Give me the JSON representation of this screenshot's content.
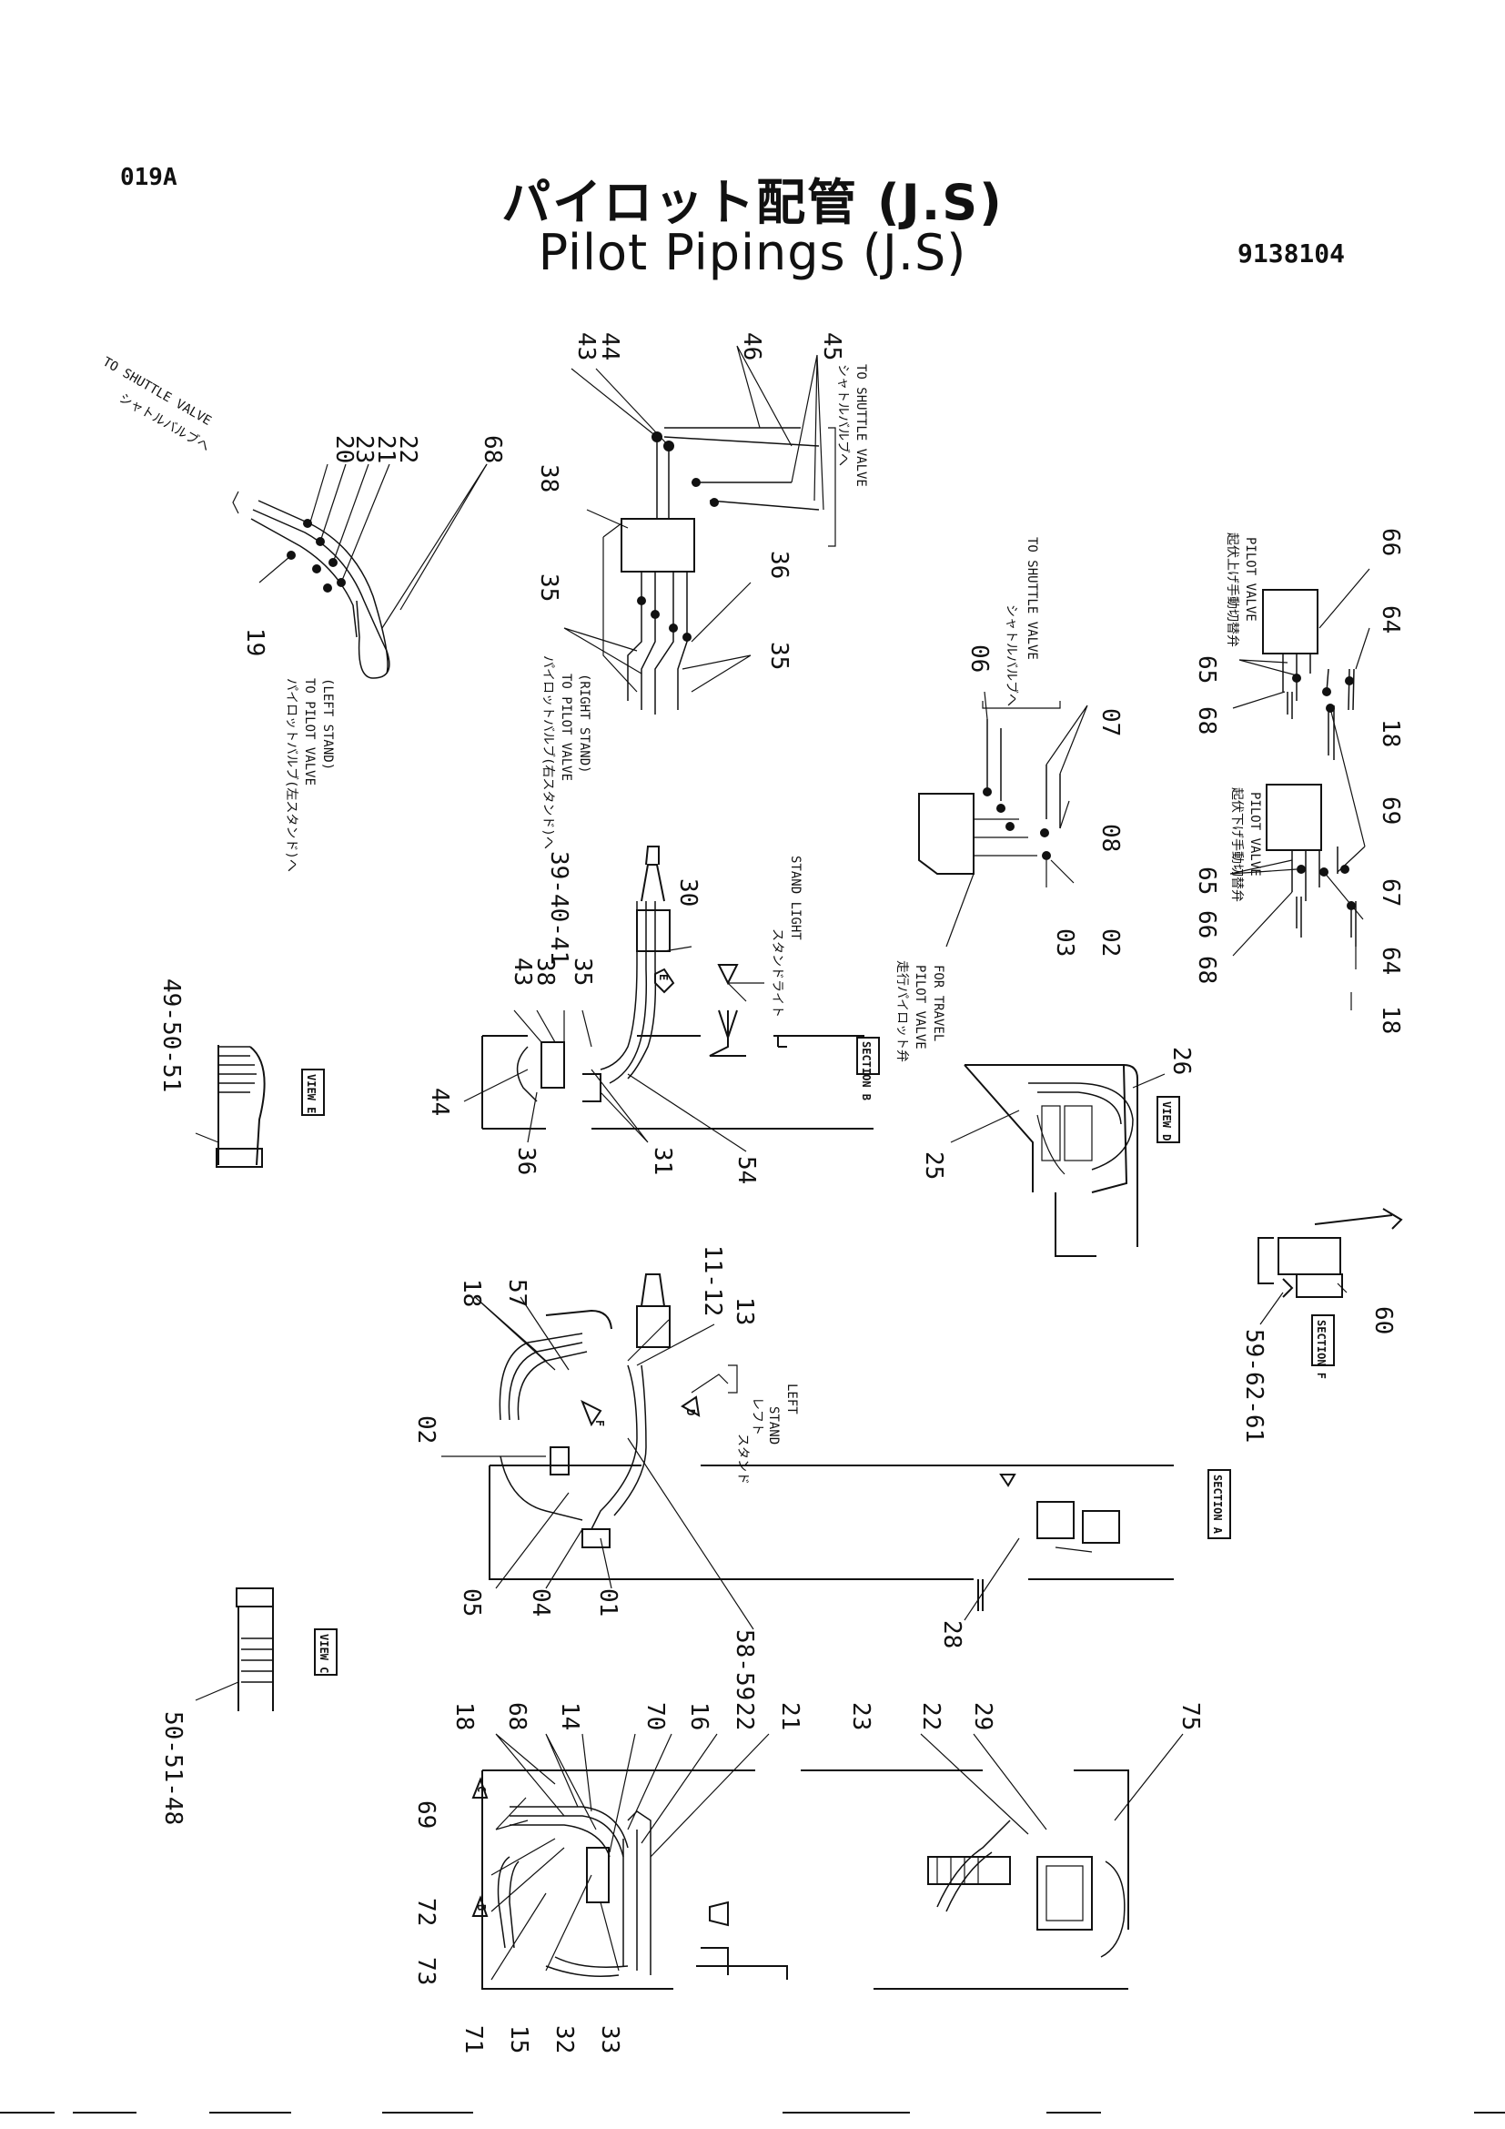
{
  "header": {
    "code": "019A",
    "title_jp": "パイロット配管 (J.S)",
    "title_en": "Pilot  Pipings (J.S)",
    "part_no": "9138104"
  },
  "labels": {
    "r19": "19",
    "r20": "20",
    "r23a": "23",
    "r21a": "21",
    "r22a": "22",
    "r68a": "68",
    "r43a": "43",
    "r44a": "44",
    "r46": "46",
    "r45": "45",
    "r38a": "38",
    "r35a": "35",
    "r36a": "36",
    "r35b": "35",
    "r06": "06",
    "r07": "07",
    "r08": "08",
    "r03": "03",
    "r02a": "02",
    "r66a": "66",
    "r64a": "64",
    "r65a": "65",
    "r68b": "68",
    "r18a": "18",
    "r69a": "69",
    "r65b": "65",
    "r66b": "66",
    "r68c": "68",
    "r67": "67",
    "r64b": "64",
    "r18b": "18",
    "r30": "30",
    "r39": "39-40-41",
    "r43b": "43",
    "r38b": "38",
    "r35c": "35",
    "r44b": "44",
    "r36b": "36",
    "r31": "31",
    "r54": "54",
    "r4951": "49-50-51",
    "r25": "25",
    "r26": "26",
    "r60": "60",
    "r5962": "59-62-61",
    "r18c": "18",
    "r57": "57",
    "r1112": "11-12",
    "r13": "13",
    "r02b": "02",
    "r05": "05",
    "r04": "04",
    "r01": "01",
    "r5859": "58-59",
    "r28": "28",
    "r5048": "50-51-48",
    "r18d": "18",
    "r68d": "68",
    "r14": "14",
    "r70": "70",
    "r16": "16",
    "r22b": "22",
    "r21b": "21",
    "r23b": "23",
    "r69b": "69",
    "r72": "72",
    "r73": "73",
    "r71": "71",
    "r15": "15",
    "r32": "32",
    "r33": "33",
    "r22c": "22",
    "r29": "29",
    "r75": "75"
  },
  "notes": {
    "shuttle_tl_jp": "シャトルバルブへ",
    "shuttle_tl_en": "TO SHUTTLE VALVE",
    "pv_left_jp": "パイロットバルブ(左スタンド)へ",
    "pv_left_en1": "TO PILOT VALVE",
    "pv_left_en2": "(LEFT STAND)",
    "shuttle_tc_jp": "シャトルバルブへ",
    "shuttle_tc_en": "TO SHUTTLE VALVE",
    "pv_right_jp": "パイロットバルブ(右スタンド)へ",
    "pv_right_en1": "TO PILOT VALVE",
    "pv_right_en2": "(RIGHT STAND)",
    "shuttle_mid_jp": "シャトルバルブへ",
    "shuttle_mid_en": "TO SHUTTLE VALVE",
    "travel_jp": "走行パイロット弁",
    "travel_en1": "PILOT VALVE",
    "travel_en2": "FOR TRAVEL",
    "raise_jp": "起伏上げ手動切替弁",
    "raise_en": "PILOT VALVE",
    "lower_jp": "起伏下げ手動切替弁",
    "lower_en": "PILOT VALVE",
    "stand_light_jp": "スタンドライト",
    "stand_light_en": "STAND LIGHT",
    "stand_left_jp1": "スタンド",
    "stand_left_jp2": "レフト",
    "stand_left_en1": "STAND",
    "stand_left_en2": "LEFT",
    "section_b": "SECTION B",
    "view_e": "VIEW E",
    "view_d": "VIEW D",
    "section_f": "SECTION F",
    "section_a": "SECTION A",
    "view_c": "VIEW C",
    "arrow_e": "E",
    "arrow_f": "F",
    "arrow_d": "D",
    "arrow_c": "C",
    "arrow_b": "B"
  }
}
